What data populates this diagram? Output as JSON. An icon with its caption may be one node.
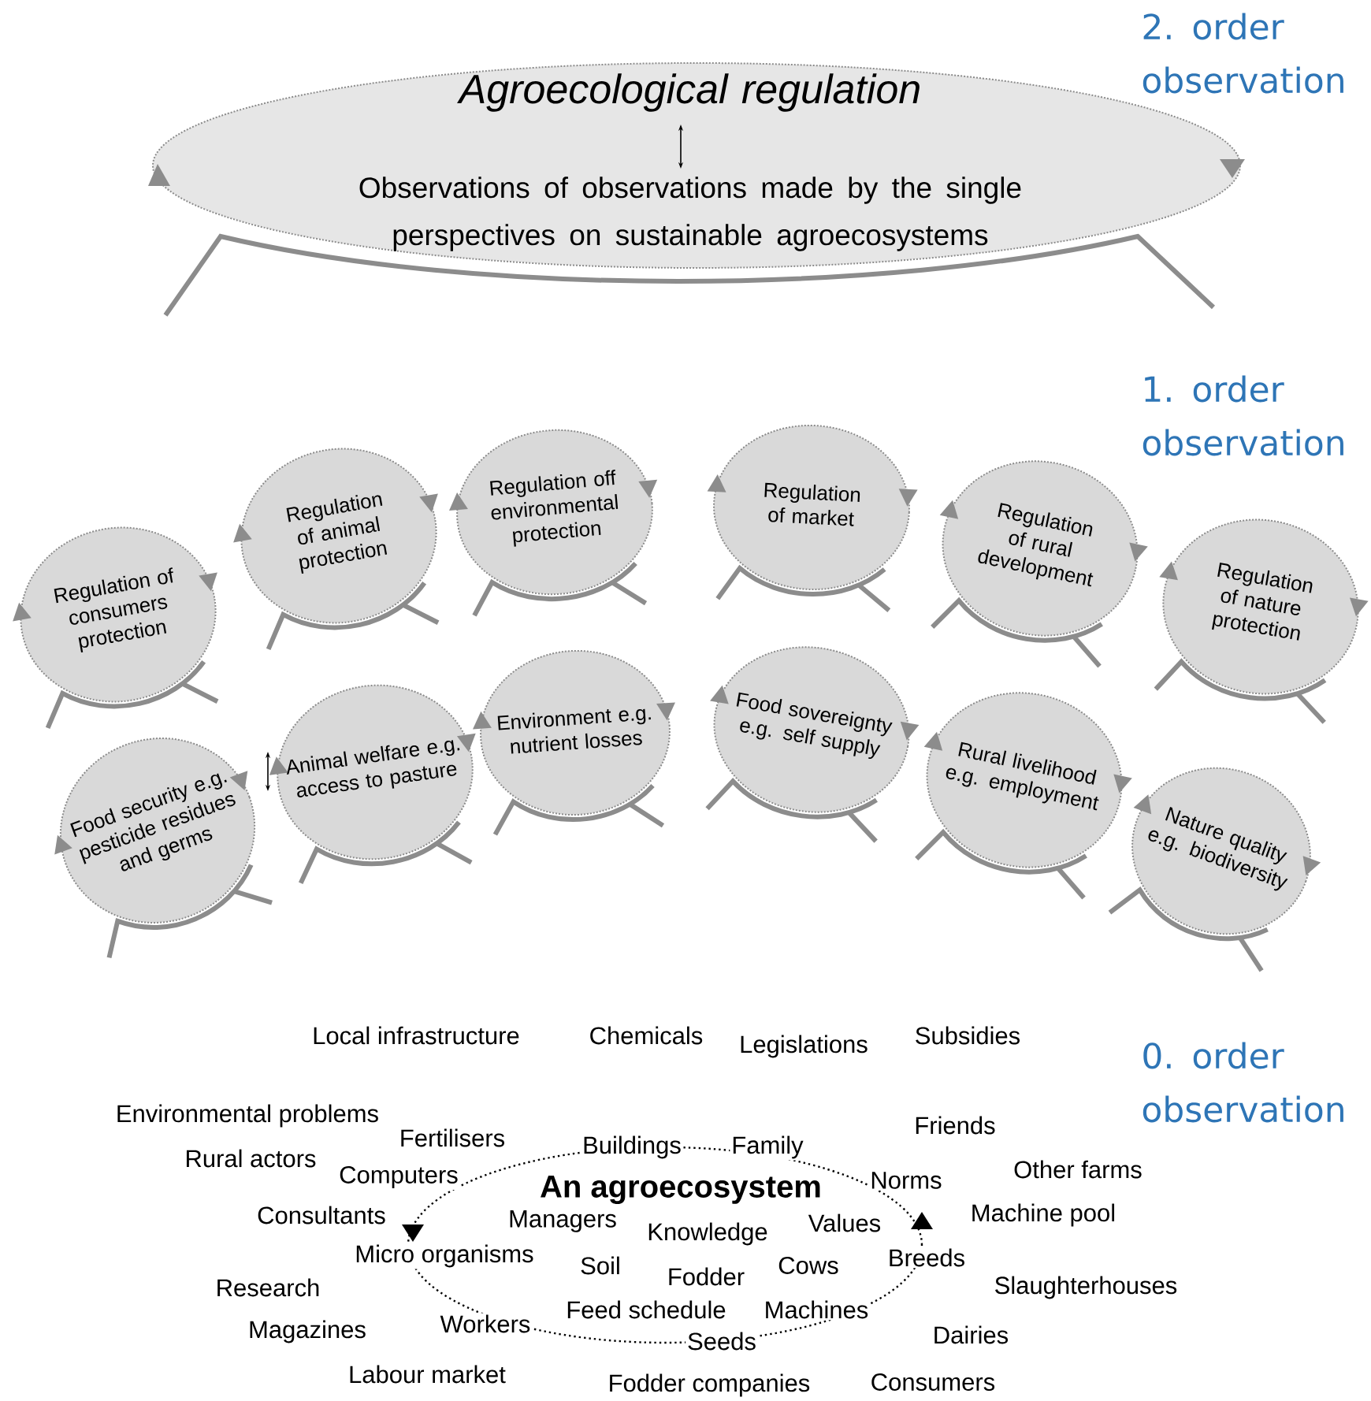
{
  "diagram": {
    "nodes": [
      {
        "text": [
          "Agroecological regulation",
          "Observations of observations made by the single perspectives on sustainable agroecosystems"
        ]
      },
      {
        "text": [
          "Regulation of consumers protection"
        ]
      },
      {
        "text": [
          "Regulation of animal protection"
        ]
      },
      {
        "text": [
          "Regulation off environmental protection"
        ]
      },
      {
        "text": [
          "Regulation of market"
        ]
      },
      {
        "text": [
          "Regulation of rural development"
        ]
      },
      {
        "text": [
          "Regulation of nature protection"
        ]
      },
      {
        "text": [
          "Food security e.g. pesticide residues and germs"
        ]
      },
      {
        "text": [
          "Animal welfare e.g. access to pasture"
        ]
      },
      {
        "text": [
          "Environment e.g. nutrient losses"
        ]
      },
      {
        "text": [
          "Food sovereignty e.g. self supply"
        ]
      },
      {
        "text": [
          "Rural livelihood e.g. employment"
        ]
      },
      {
        "text": [
          "Nature quality e.g. biodiversity"
        ]
      },
      {
        "text": [
          "An agroecosystem"
        ]
      }
    ],
    "labels": [
      "2. order observation",
      "1. order observation",
      "Local infrastructure",
      "Chemicals",
      "Legislations",
      "Subsidies",
      "0. order observation",
      "Environmental problems",
      "Fertilisers",
      "Buildings",
      "Family",
      "Friends",
      "Rural actors",
      "Computers",
      "Norms",
      "Other farms",
      "Consultants",
      "Managers",
      "Values",
      "Machine pool",
      "Knowledge",
      "Micro organisms",
      "Breeds",
      "Soil",
      "Cows",
      "Fodder",
      "Research",
      "Slaughterhouses",
      "Feed schedule",
      "Machines",
      "Magazines",
      "Workers",
      "Seeds",
      "Dairies",
      "Labour market",
      "Fodder companies",
      "Consumers"
    ]
  }
}
